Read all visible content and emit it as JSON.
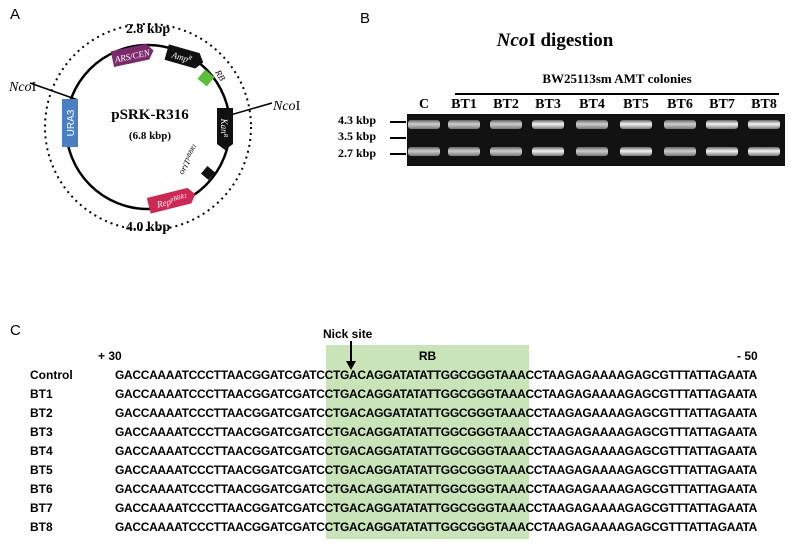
{
  "panels": {
    "a": "A",
    "b": "B",
    "c": "C"
  },
  "plasmid": {
    "name": "pSRK-R316",
    "size": "(6.8 kbp)",
    "top_fragment": "2.8 kbp",
    "bottom_fragment": "4.0 kbp",
    "ncoi_left_italic": "Nco",
    "ncoi_left_roman": "I",
    "ncoi_right_italic": "Nco",
    "ncoi_right_roman": "I",
    "features": {
      "ars": "ARS/CEN",
      "amp": "Amp",
      "amp_sup": "R",
      "rb": "RB",
      "kan": "Kan",
      "kan_sup": "R",
      "ori": "oriT",
      "ori_sup": "pBBR1",
      "rep": "Rep",
      "rep_sup": "pBBR1",
      "ura3": "URA3"
    },
    "colors": {
      "ars": "#7b2a6b",
      "amp": "#111111",
      "rb": "#5bbf3a",
      "kan": "#111111",
      "ori": "#111111",
      "rep": "#cc2a55",
      "ura3": "#4a7fc1"
    }
  },
  "gel": {
    "title_italic": "Nco",
    "title_roman": "I digestion",
    "colonies_label": "BW25113sm AMT colonies",
    "lanes": [
      "C",
      "BT1",
      "BT2",
      "BT3",
      "BT4",
      "BT5",
      "BT6",
      "BT7",
      "BT8"
    ],
    "sizes": [
      "4.3 kbp",
      "3.5 kbp",
      "2.7 kbp"
    ]
  },
  "sequences": {
    "nick_site": "Nick site",
    "rb_label": "RB",
    "pos_left": "+ 30",
    "pos_right": "- 50",
    "rows": [
      {
        "label": "Control",
        "seq": "GACCAAAATCCCTTAACGGATCGATCCTGACAGGATATATTGGCGGGTAAACCTAAGAGAAAAGAGCGTTTATTAGAATA"
      },
      {
        "label": "BT1",
        "seq": "GACCAAAATCCCTTAACGGATCGATCCTGACAGGATATATTGGCGGGTAAACCTAAGAGAAAAGAGCGTTTATTAGAATA"
      },
      {
        "label": "BT2",
        "seq": "GACCAAAATCCCTTAACGGATCGATCCTGACAGGATATATTGGCGGGTAAACCTAAGAGAAAAGAGCGTTTATTAGAATA"
      },
      {
        "label": "BT3",
        "seq": "GACCAAAATCCCTTAACGGATCGATCCTGACAGGATATATTGGCGGGTAAACCTAAGAGAAAAGAGCGTTTATTAGAATA"
      },
      {
        "label": "BT4",
        "seq": "GACCAAAATCCCTTAACGGATCGATCCTGACAGGATATATTGGCGGGTAAACCTAAGAGAAAAGAGCGTTTATTAGAATA"
      },
      {
        "label": "BT5",
        "seq": "GACCAAAATCCCTTAACGGATCGATCCTGACAGGATATATTGGCGGGTAAACCTAAGAGAAAAGAGCGTTTATTAGAATA"
      },
      {
        "label": "BT6",
        "seq": "GACCAAAATCCCTTAACGGATCGATCCTGACAGGATATATTGGCGGGTAAACCTAAGAGAAAAGAGCGTTTATTAGAATA"
      },
      {
        "label": "BT7",
        "seq": "GACCAAAATCCCTTAACGGATCGATCCTGACAGGATATATTGGCGGGTAAACCTAAGAGAAAAGAGCGTTTATTAGAATA"
      },
      {
        "label": "BT8",
        "seq": "GACCAAAATCCCTTAACGGATCGATCCTGACAGGATATATTGGCGGGTAAACCTAAGAGAAAAGAGCGTTTATTAGAATA"
      }
    ]
  }
}
